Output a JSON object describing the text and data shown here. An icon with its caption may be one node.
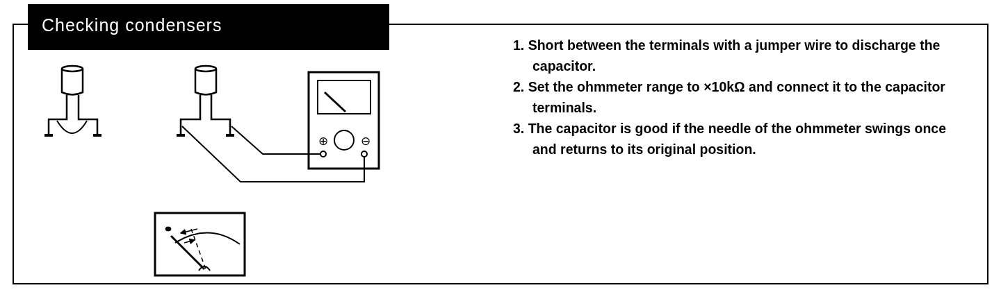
{
  "diagram": {
    "title": "Checking condensers",
    "labels": [
      "1. Short between the terminals with a jumper wire to discharge the capacitor.",
      "2. Set the ohmmeter range to ×10kΩ and connect it to the capacitor terminals.",
      "3. The capacitor is good if the needle of the ohmmeter swings once and returns to its original position.",
      "⊕",
      "⊖"
    ]
  }
}
